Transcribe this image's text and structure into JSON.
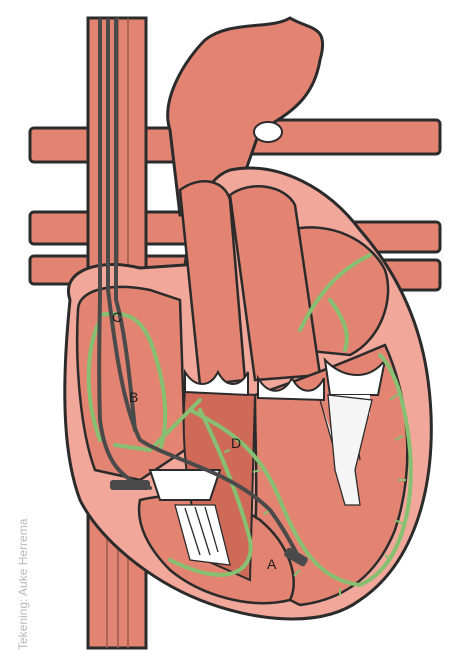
{
  "diagram": {
    "labels": {
      "A": "A",
      "B": "B",
      "C": "C",
      "D": "D"
    },
    "credit": "Tekening: Auke Herrema",
    "colors": {
      "muscle": "#e38472",
      "muscle_dark": "#cf6a59",
      "outline": "#2b2b2b",
      "cavity": "#f7c9bf",
      "valve": "#ffffff",
      "conduction": "#86c070",
      "lead": "#4a4a4a"
    }
  }
}
